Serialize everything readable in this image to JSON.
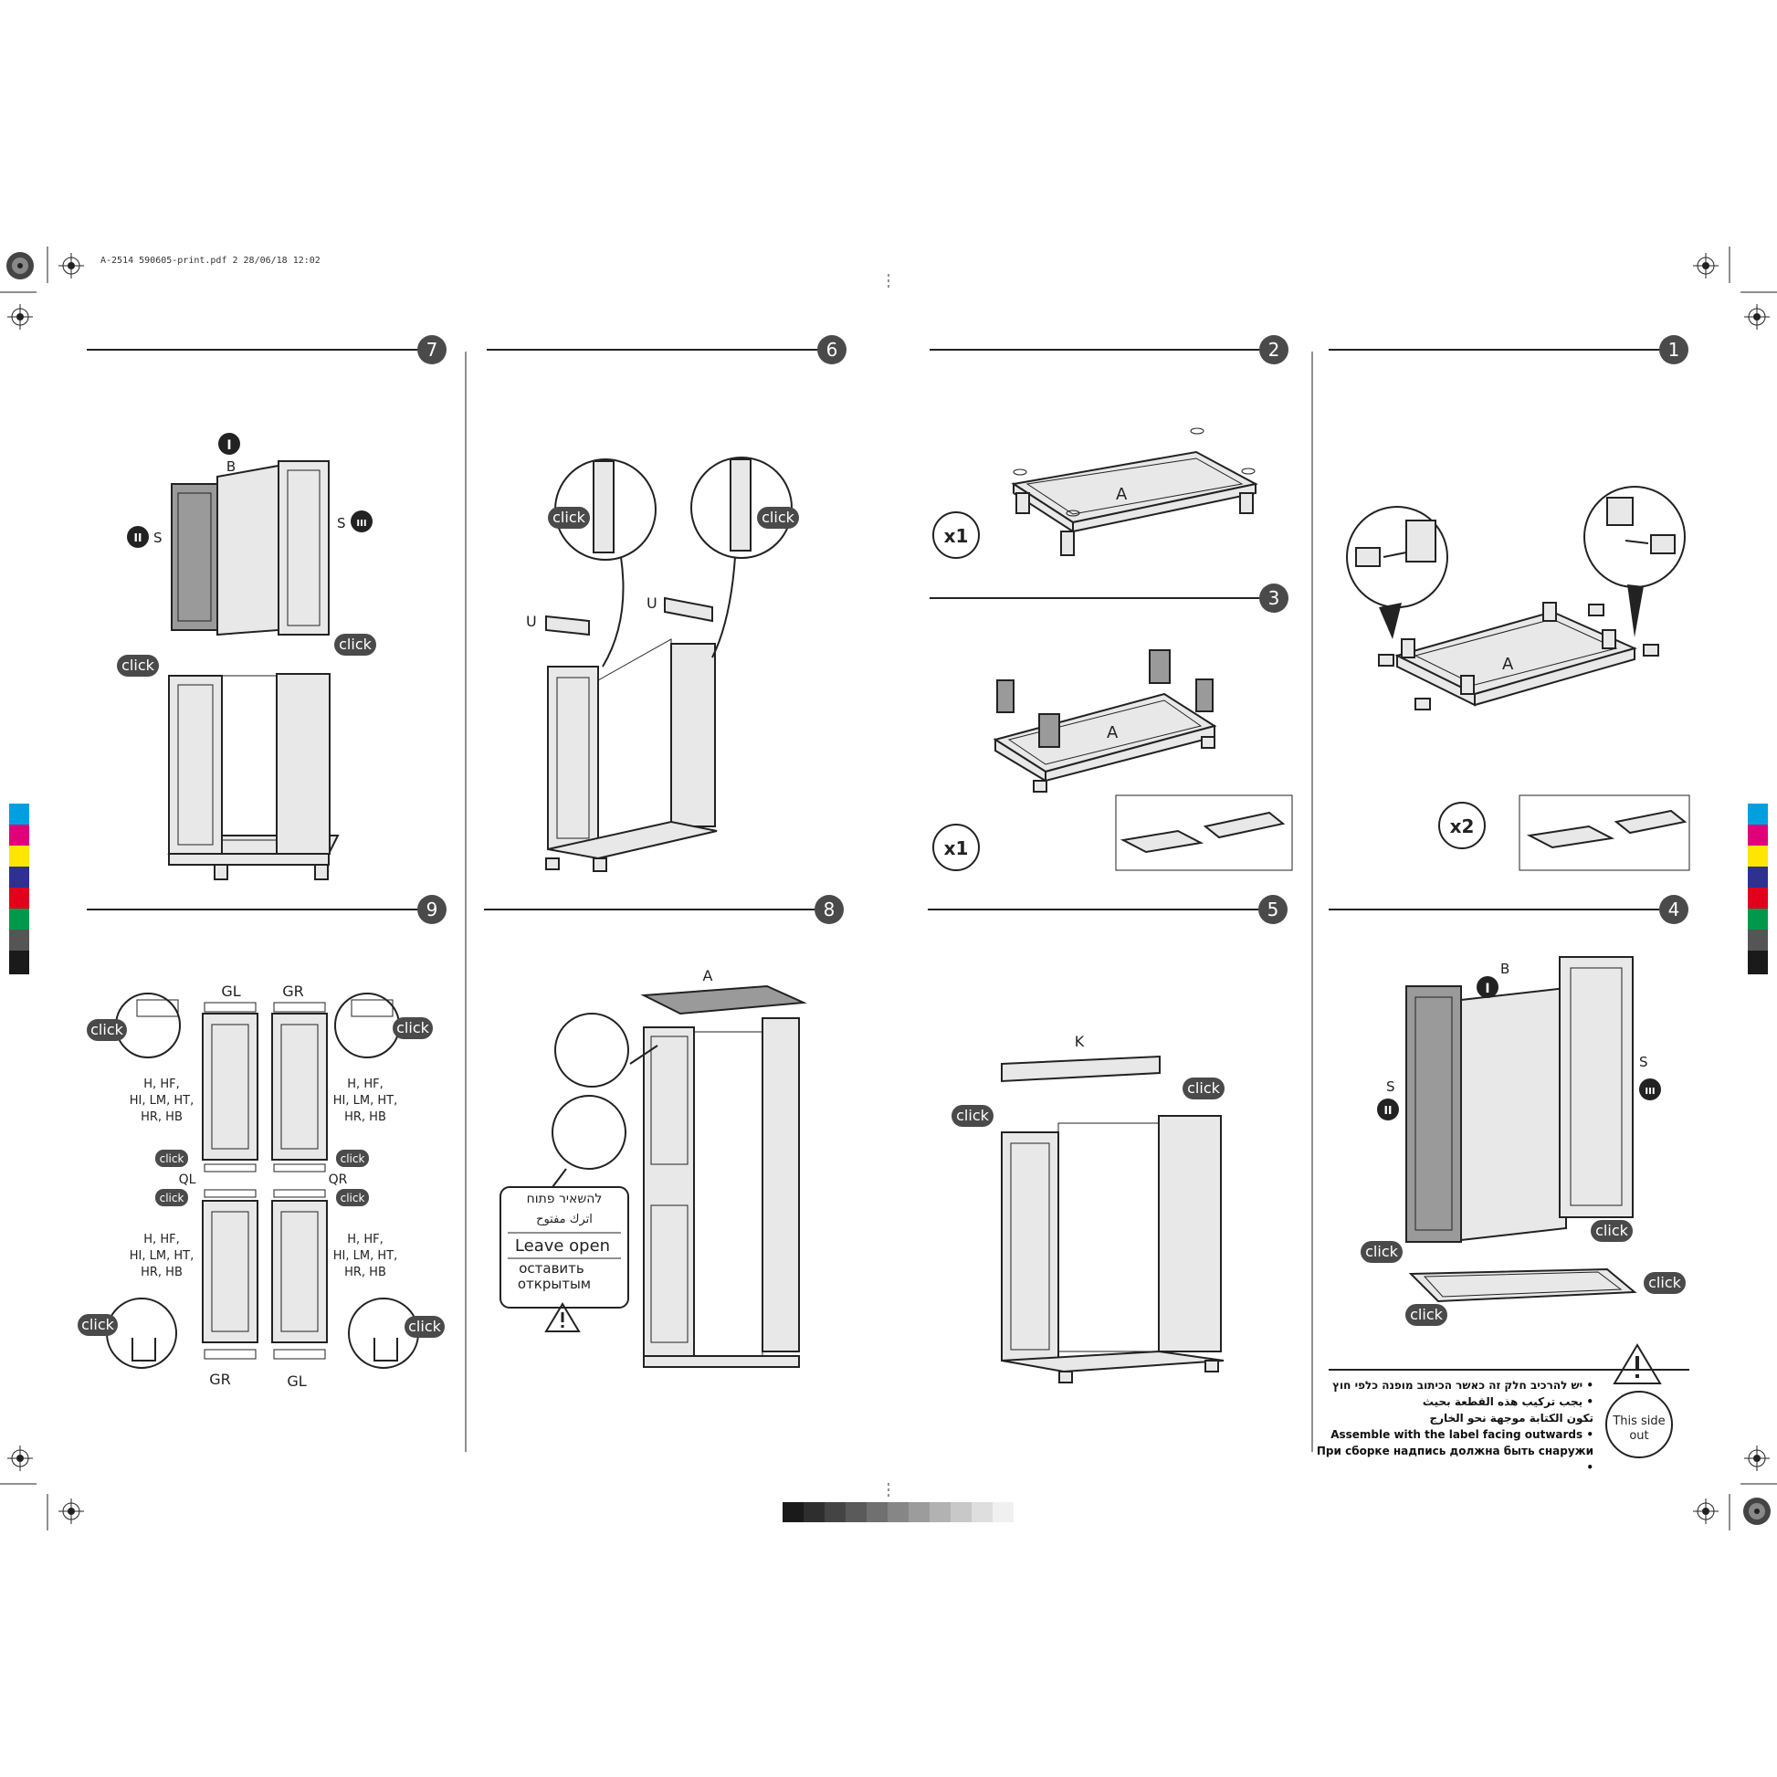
{
  "header": {
    "print_info": "A-2514   590605-print.pdf   2   28/06/18   12:02"
  },
  "steps": [
    {
      "number": "7"
    },
    {
      "number": "6"
    },
    {
      "number": "2"
    },
    {
      "number": "1"
    },
    {
      "number": "9"
    },
    {
      "number": "8"
    },
    {
      "number": "5"
    },
    {
      "number": "4"
    },
    {
      "number": "3"
    }
  ],
  "labels": {
    "click": "click",
    "part_A": "A",
    "part_B": "B",
    "part_S": "S",
    "part_U": "U",
    "part_K": "K",
    "part_GL": "GL",
    "part_GR": "GR",
    "part_QL": "QL",
    "part_QR": "QR",
    "roman_1": "I",
    "roman_2": "II",
    "roman_3": "III",
    "qty_x1": "x1",
    "qty_x2": "x2",
    "door_codes_1": "H, HF,",
    "door_codes_2": "HI, LM, HT,",
    "door_codes_3": "HR, HB"
  },
  "leave_open": {
    "hebrew": "להשאיר פתוח",
    "arabic": "اترك مفتوح",
    "english": "Leave open",
    "russian_1": "оставить",
    "russian_2": "открытым"
  },
  "label_note": {
    "hebrew": "יש להרכיב חלק זה כאשר הכיתוב מופנה כלפי חוץ •",
    "arabic_1": "يجب تركيب هذه القطعة بحيث •",
    "arabic_2": "تكون الكتابة موجهة نحو الخارج",
    "english": "Assemble with the label facing outwards •",
    "russian": "При сборке надпись должна быть снаружи •",
    "badge_1": "This side",
    "badge_2": "out"
  },
  "colors": {
    "ink": "#222222",
    "badge": "#4a4a4a",
    "cyan": "#00a0e0",
    "magenta": "#e0007a",
    "yellow": "#ffe600",
    "blue": "#2e3192",
    "red": "#e3001b",
    "green": "#00994c",
    "gray": "#555555",
    "black": "#1a1a1a"
  },
  "gray_scale": [
    "#1a1a1a",
    "#2e2e2e",
    "#444444",
    "#5a5a5a",
    "#707070",
    "#868686",
    "#9c9c9c",
    "#b2b2b2",
    "#c8c8c8",
    "#dedede",
    "#f0f0f0"
  ]
}
